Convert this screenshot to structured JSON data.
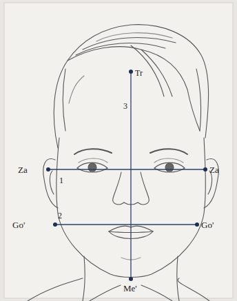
{
  "diagram": {
    "labels": [
      "Tr",
      "3",
      "Za",
      "1",
      "Za",
      "Go'",
      "2",
      "Go'",
      "Me'"
    ]
  }
}
